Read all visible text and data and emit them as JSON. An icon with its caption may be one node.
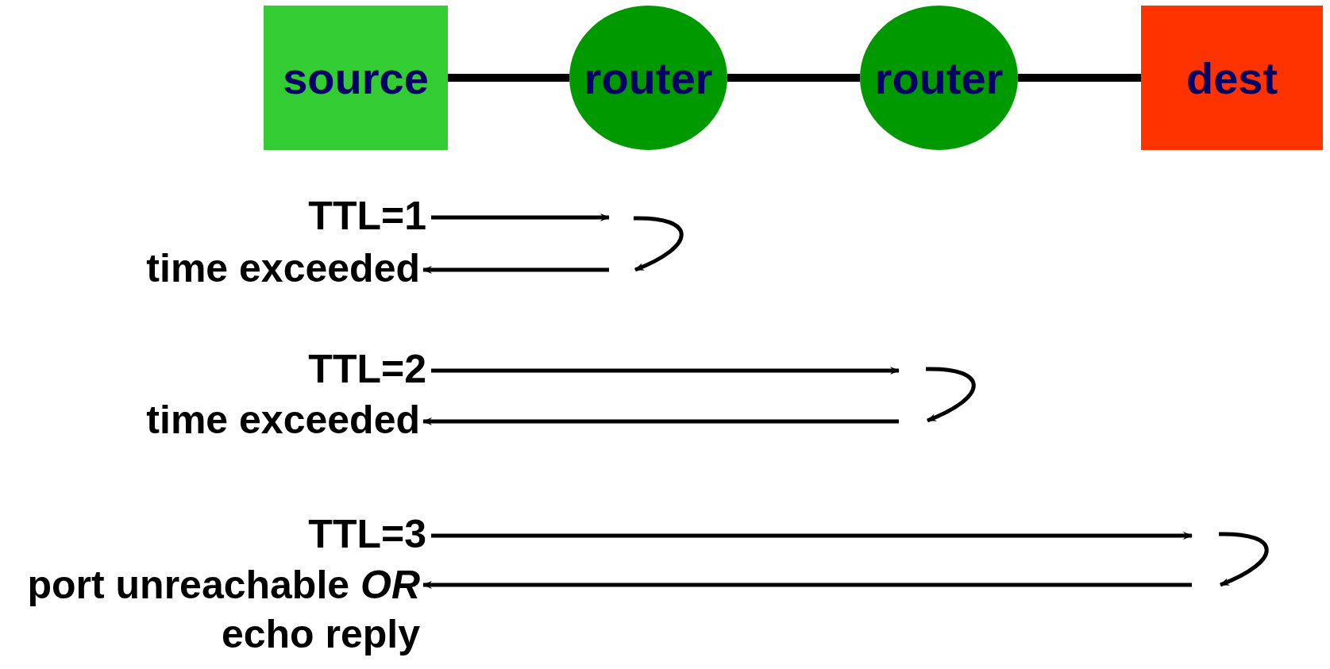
{
  "diagram": {
    "nodes": [
      {
        "text": [
          "source"
        ]
      },
      {
        "text": [
          "router"
        ]
      },
      {
        "text": [
          "router"
        ]
      },
      {
        "text": [
          "dest"
        ]
      },
      {
        "text": [
          "TTL=1"
        ]
      },
      {
        "text": [
          "time exceeded"
        ]
      },
      {
        "text": [
          "TTL=2"
        ]
      },
      {
        "text": [
          "time exceeded"
        ]
      },
      {
        "text": [
          "TTL=3"
        ]
      },
      {
        "text": [
          "port unreachable *OR* echo reply"
        ]
      }
    ],
    "edges": [
      {
        "from": 0,
        "to": 1,
        "arrow": "none",
        "style": "thick"
      },
      {
        "from": 1,
        "to": 2,
        "arrow": "none",
        "style": "thick"
      },
      {
        "from": 2,
        "to": 3,
        "arrow": "none",
        "style": "thick"
      },
      {
        "from": 4,
        "to": null,
        "arrow": "to"
      },
      {
        "from": null,
        "to": 5,
        "arrow": "to"
      },
      {
        "from": 6,
        "to": null,
        "arrow": "to"
      },
      {
        "from": null,
        "to": 7,
        "arrow": "to"
      },
      {
        "from": 8,
        "to": null,
        "arrow": "to"
      },
      {
        "from": null,
        "to": 9,
        "arrow": "to"
      }
    ]
  }
}
